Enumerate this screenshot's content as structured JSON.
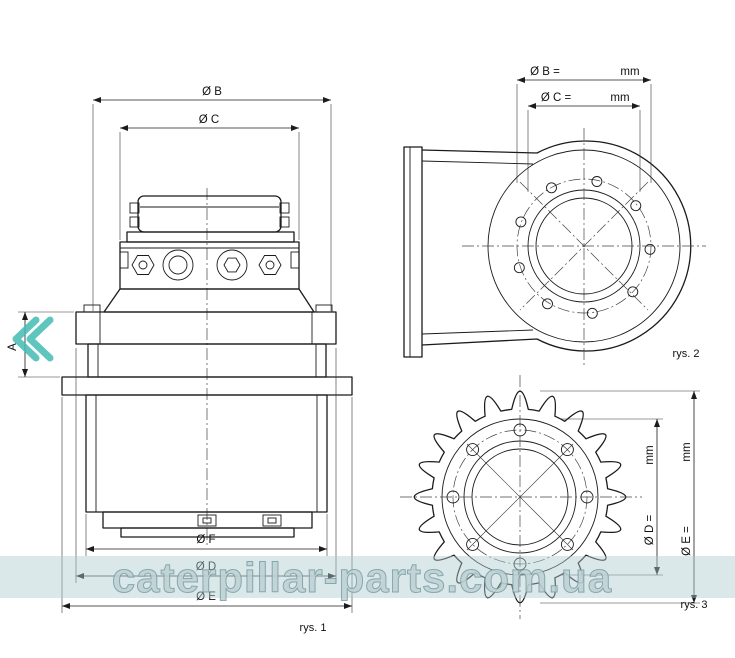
{
  "figure1": {
    "dim_b": "Ø B",
    "dim_c": "Ø C",
    "dim_a": "A",
    "dim_f": "Ø F",
    "dim_d": "Ø D",
    "dim_e": "Ø E",
    "caption": "rys. 1"
  },
  "figure2": {
    "dim_b_label": "Ø B =",
    "dim_b_unit": "mm",
    "dim_c_label": "Ø C =",
    "dim_c_unit": "mm",
    "caption": "rys. 2"
  },
  "figure3": {
    "dim_d_label": "Ø D =",
    "dim_d_unit": "mm",
    "dim_e_label": "Ø E =",
    "dim_e_unit": "mm",
    "caption": "rys. 3"
  },
  "watermark": {
    "text": "caterpillar-parts.com.ua"
  },
  "colors": {
    "line": "#1b1b1b",
    "accent_teal": "#43bdb5"
  }
}
